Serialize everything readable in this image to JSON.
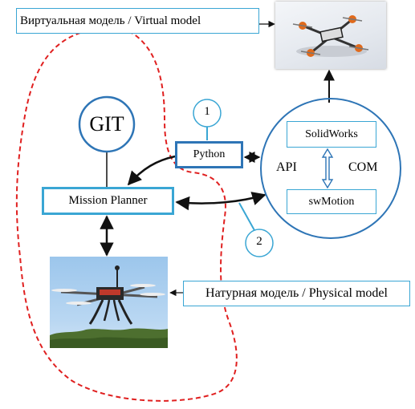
{
  "virtual_model_label": "Виртуальная модель / Virtual model",
  "physical_model_label": "Натурная модель / Physical model",
  "git_label": "GIT",
  "python_label": "Python",
  "mission_planner_label": "Mission Planner",
  "solidworks_label": "SolidWorks",
  "swmotion_label": "swMotion",
  "api_label": "API",
  "com_label": "COM",
  "marker_1": "1",
  "marker_2": "2",
  "colors": {
    "accent_blue": "#2e75b6",
    "light_blue": "#3aa6d4",
    "dashed_red": "#e02020",
    "arrow_dark": "#111111"
  },
  "icons": {
    "virtual_drone": "virtual-drone-render",
    "physical_drone": "physical-drone-photo"
  }
}
